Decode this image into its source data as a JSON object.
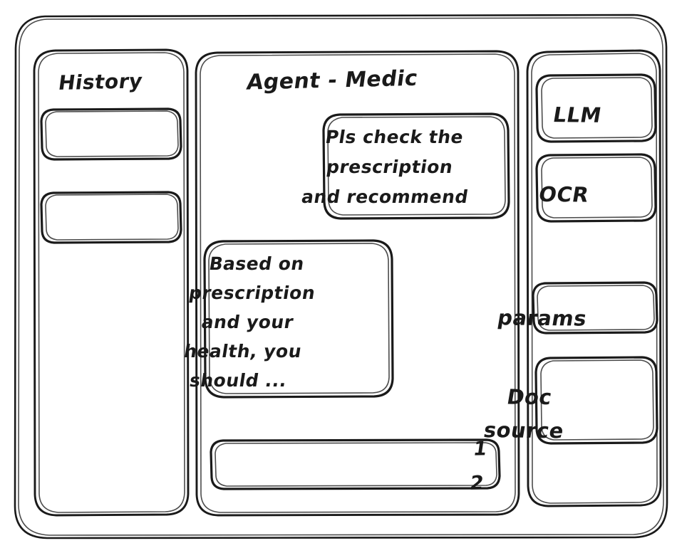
{
  "app": {
    "frame_label": "app-window",
    "background_color": "#ffffff",
    "ink_color": "#1a1a1a",
    "style": "hand-drawn wireframe sketch"
  },
  "sidebar_left": {
    "heading": "History",
    "items": [
      {
        "label": "",
        "name": "history-item-1"
      },
      {
        "label": "",
        "name": "history-item-2"
      }
    ]
  },
  "main": {
    "title": "Agent - Medic",
    "messages": [
      {
        "role": "user",
        "align": "right",
        "lines": [
          "Pls check the",
          "prescription",
          "and recommend"
        ],
        "text": "Pls check the prescription and recommend"
      },
      {
        "role": "agent",
        "align": "left",
        "lines": [
          "Based on",
          "prescription",
          "and your",
          "health, you",
          "should ..."
        ],
        "text": "Based on prescription and your health, you should ..."
      }
    ],
    "composer": {
      "value": "",
      "placeholder": ""
    }
  },
  "sidebar_right": {
    "buttons": [
      {
        "label": "LLM",
        "name": "llm-button"
      },
      {
        "label": "OCR",
        "name": "ocr-button"
      },
      {
        "label": "params",
        "name": "params-button"
      }
    ],
    "doc_source": {
      "label_lines": [
        "Doc",
        "source"
      ],
      "label": "Doc source",
      "list": [
        "1",
        "2"
      ]
    }
  }
}
